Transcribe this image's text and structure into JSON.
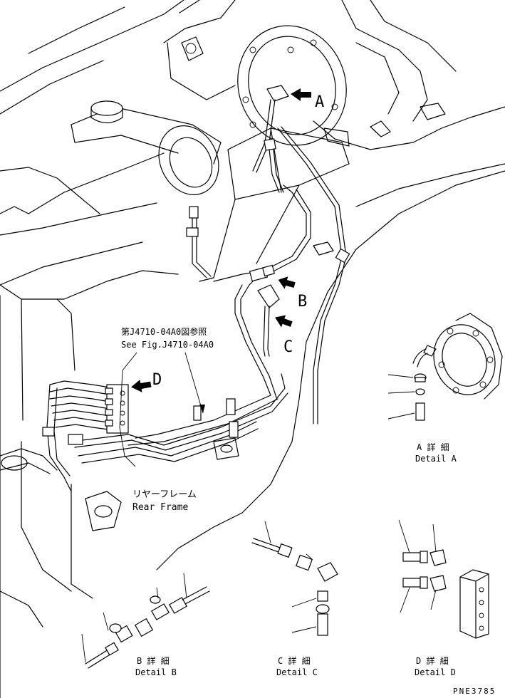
{
  "callouts": {
    "a": "A",
    "b": "B",
    "c": "C",
    "d": "D"
  },
  "reference": {
    "jp": "第J4710-04A0図参照",
    "en": "See Fig.J4710-04A0"
  },
  "rear_frame": {
    "jp": "リヤーフレーム",
    "en": "Rear Frame"
  },
  "details": {
    "a": {
      "jp": "A 詳 細",
      "en": "Detail A"
    },
    "b": {
      "jp": "B 詳 細",
      "en": "Detail B"
    },
    "c": {
      "jp": "C 詳 細",
      "en": "Detail C"
    },
    "d": {
      "jp": "D 詳 細",
      "en": "Detail D"
    }
  },
  "drawing_code": "PNE3785",
  "colors": {
    "line": "#000000",
    "background": "#ffffff"
  }
}
